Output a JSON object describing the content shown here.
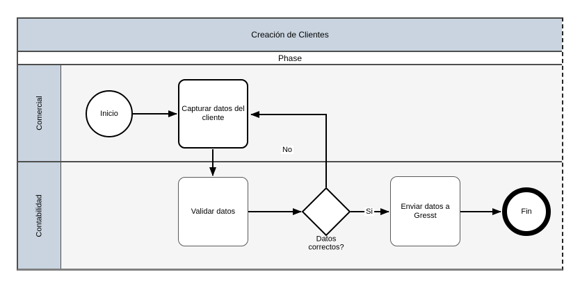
{
  "pool": {
    "title": "Creación de Clientes",
    "phase_label": "Phase",
    "lanes": [
      {
        "label": "Comercial"
      },
      {
        "label": "Contabilidad"
      }
    ]
  },
  "nodes": {
    "start": {
      "type": "start-event",
      "label": "Inicio"
    },
    "capture": {
      "type": "task",
      "label": "Capturar datos del cliente"
    },
    "validate": {
      "type": "task",
      "label": "Validar datos"
    },
    "gateway": {
      "type": "exclusive-gateway",
      "label": "Datos correctos?"
    },
    "send": {
      "type": "task",
      "label": "Enviar datos a Gresst"
    },
    "end": {
      "type": "end-event",
      "label": "Fin"
    }
  },
  "edges": {
    "si_label": "Si",
    "no_label": "No"
  },
  "colors": {
    "pool_header_fill": "#c9d4e0",
    "lane_body_fill": "#f5f5f5",
    "node_fill": "#ffffff",
    "stroke": "#000000",
    "border_dark": "#4d4d4d",
    "border_gray": "#5a5a5a",
    "pool_bottom_border": "#808080",
    "page_bg": "#ffffff"
  }
}
